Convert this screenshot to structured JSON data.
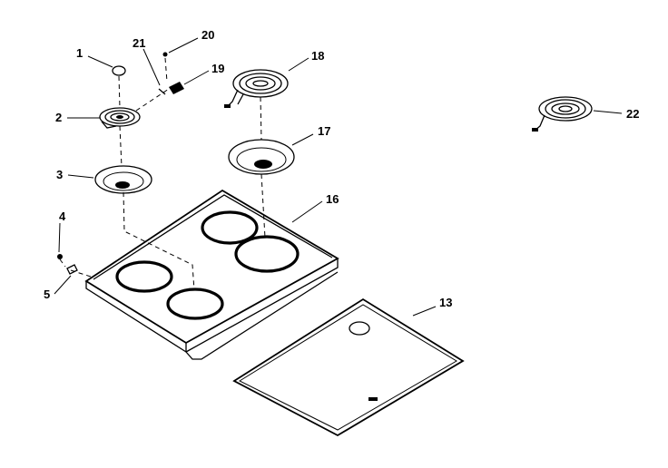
{
  "labels": {
    "l1": "1",
    "l2": "2",
    "l3": "3",
    "l4": "4",
    "l5": "5",
    "l13": "13",
    "l16": "16",
    "l17": "17",
    "l18": "18",
    "l19": "19",
    "l20": "20",
    "l21": "21",
    "l22": "22"
  }
}
